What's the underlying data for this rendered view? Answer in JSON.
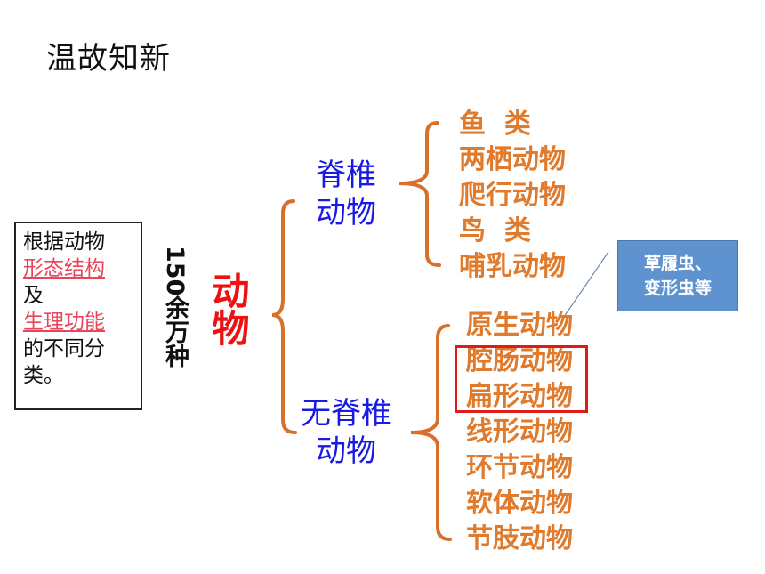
{
  "title": "温故知新",
  "basis": {
    "line1": "根据动物",
    "link1": "形态结构",
    "line2": "及",
    "link2": "生理功能",
    "line3": "的不同分",
    "line4": "类。"
  },
  "species_count": "150余万种",
  "root": "动物",
  "vertebrates": {
    "label_line1": "脊椎",
    "label_line2": "动物",
    "items": [
      "鱼  类",
      "两栖动物",
      "爬行动物",
      "鸟  类",
      "哺乳动物"
    ]
  },
  "invertebrates": {
    "label_line1": "无脊椎",
    "label_line2": "动物",
    "items": [
      "原生动物",
      "腔肠动物",
      "扁形动物",
      "线形动物",
      "环节动物",
      "软体动物",
      "节肢动物"
    ]
  },
  "callout": {
    "line1": "草履虫、",
    "line2": "变形虫等"
  },
  "colors": {
    "bracket": "#d9702a",
    "leaf": "#e07a2c",
    "middle": "#1a1ae6",
    "root": "#ee1111",
    "highlight": "#e01919",
    "callout_bg": "#5f93cf"
  }
}
